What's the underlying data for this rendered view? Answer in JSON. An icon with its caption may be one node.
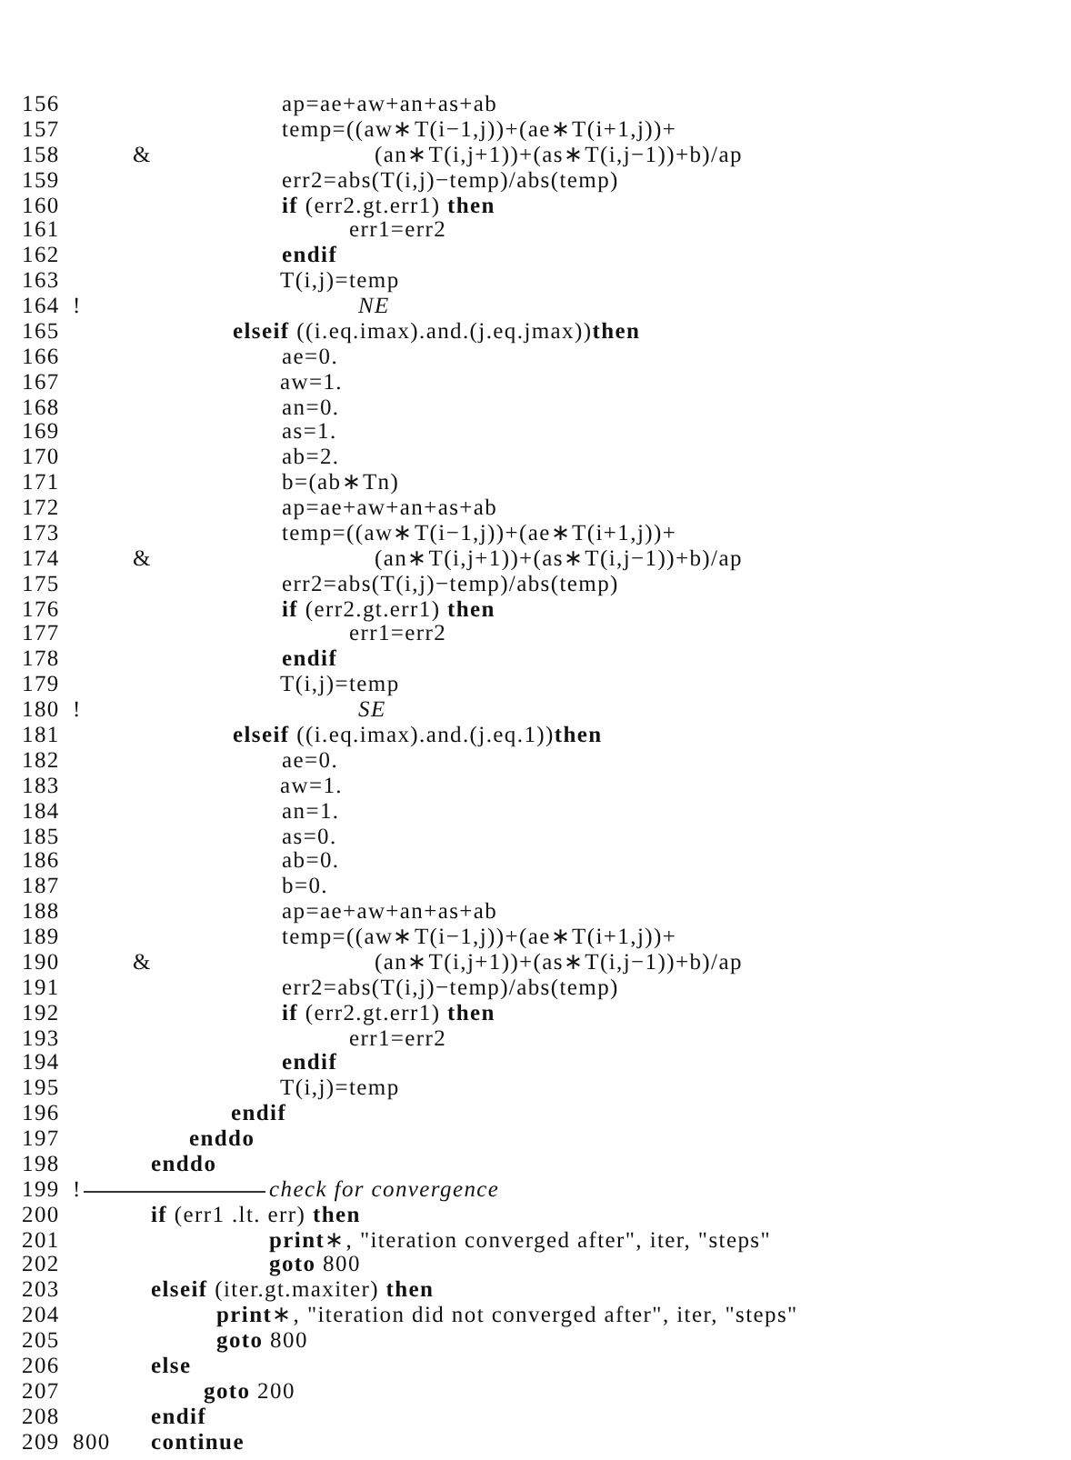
{
  "diagram": {
    "labels": [
      "156",
      "ap=ae+aw+an+as+ab",
      "157",
      "temp=((aw∗T(i−1,j))+(ae∗T(i+1,j))+",
      "158",
      "&",
      "(an∗T(i,j+1))+(as∗T(i,j−1))+b)/ap",
      "159",
      "err2=abs(T(i,j)−temp)/abs(temp)",
      "160",
      "**if** (err2.gt.err1) **then**",
      "161",
      "err1=err2",
      "162",
      "endif",
      "163",
      "T(i,j)=temp",
      "164",
      "!",
      "NE",
      "165",
      "**elseif** ((i.eq.imax).and.(j.eq.jmax))**then**",
      "166",
      "ae=0.",
      "167",
      "aw=1.",
      "168",
      "an=0.",
      "169",
      "as=1.",
      "170",
      "ab=2.",
      "171",
      "b=(ab∗Tn)",
      "172",
      "ap=ae+aw+an+as+ab",
      "173",
      "temp=((aw∗T(i−1,j))+(ae∗T(i+1,j))+",
      "174",
      "&",
      "(an∗T(i,j+1))+(as∗T(i,j−1))+b)/ap",
      "175",
      "err2=abs(T(i,j)−temp)/abs(temp)",
      "176",
      "**if** (err2.gt.err1) **then**",
      "177",
      "err1=err2",
      "178",
      "endif",
      "179",
      "T(i,j)=temp",
      "180",
      "!",
      "SE",
      "181",
      "**elseif** ((i.eq.imax).and.(j.eq.1))**then**",
      "182",
      "ae=0.",
      "183",
      "aw=1.",
      "184",
      "an=1.",
      "185",
      "as=0.",
      "186",
      "ab=0.",
      "187",
      "b=0.",
      "188",
      "ap=ae+aw+an+as+ab",
      "189",
      "temp=((aw∗T(i−1,j))+(ae∗T(i+1,j))+",
      "190",
      "&",
      "(an∗T(i,j+1))+(as∗T(i,j−1))+b)/ap",
      "191",
      "err2=abs(T(i,j)−temp)/abs(temp)",
      "192",
      "**if** (err2.gt.err1) **then**",
      "193",
      "err1=err2",
      "194",
      "endif",
      "195",
      "T(i,j)=temp",
      "196",
      "endif",
      "197",
      "enddo",
      "198",
      "enddo",
      "199",
      "!",
      "check for convergence",
      "200",
      "**if** (err1 .lt. err) **then**",
      "201",
      "**print**∗, \"iteration converged after\", iter, \"steps\"",
      "202",
      "**goto** 800",
      "203",
      "**elseif** (iter.gt.maxiter) **then**",
      "204",
      "**print**∗, \"iteration did not converged after\", iter, \"steps\"",
      "205",
      "**goto** 800",
      "206",
      "else",
      "207",
      "**goto** 200",
      "208",
      "endif",
      "209",
      "800",
      "continue"
    ]
  }
}
